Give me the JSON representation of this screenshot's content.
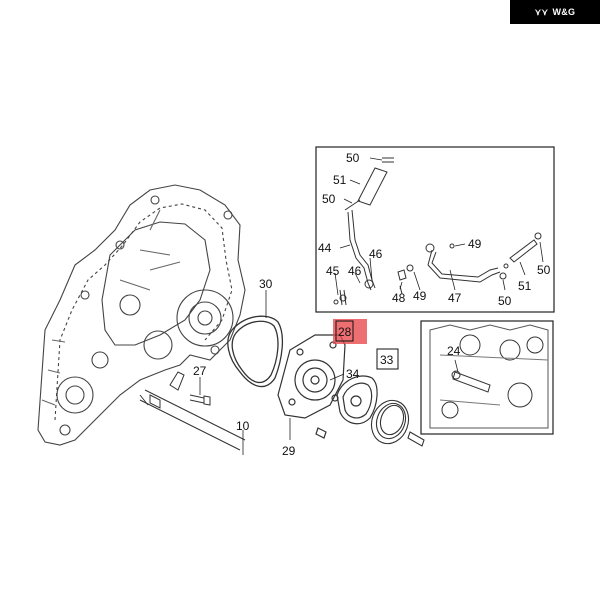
{
  "brand": {
    "logo_text": "W&G",
    "logo_mark": "⋎⋎"
  },
  "diagram": {
    "callouts": {
      "c24": "24",
      "c27": "27",
      "c28": "28",
      "c29": "29",
      "c30": "30",
      "c33": "33",
      "c34": "34",
      "c10": "10",
      "c44": "44",
      "c45": "45",
      "c46a": "46",
      "c46b": "46",
      "c47": "47",
      "c48": "48",
      "c49a": "49",
      "c49b": "49",
      "c50a": "50",
      "c50b": "50",
      "c50c": "50",
      "c50d": "50",
      "c51a": "51",
      "c51b": "51"
    },
    "highlight_color": "#e8474a"
  }
}
